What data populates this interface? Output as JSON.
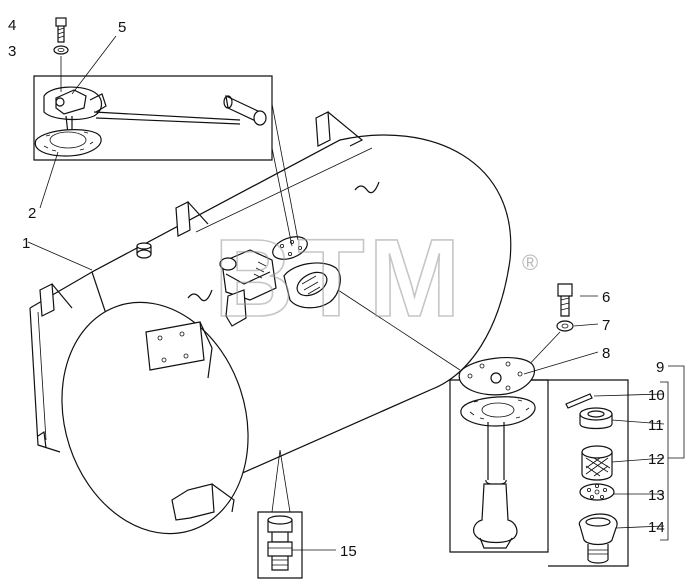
{
  "watermark": {
    "text": "BTM",
    "mark": "®"
  },
  "callouts": [
    {
      "id": "callout-1",
      "label": "1"
    },
    {
      "id": "callout-2",
      "label": "2"
    },
    {
      "id": "callout-3",
      "label": "3"
    },
    {
      "id": "callout-4",
      "label": "4"
    },
    {
      "id": "callout-5",
      "label": "5"
    },
    {
      "id": "callout-6",
      "label": "6"
    },
    {
      "id": "callout-7",
      "label": "7"
    },
    {
      "id": "callout-8",
      "label": "8"
    },
    {
      "id": "callout-9",
      "label": "9"
    },
    {
      "id": "callout-10",
      "label": "10"
    },
    {
      "id": "callout-11",
      "label": "11"
    },
    {
      "id": "callout-12",
      "label": "12"
    },
    {
      "id": "callout-13",
      "label": "13"
    },
    {
      "id": "callout-14",
      "label": "14"
    },
    {
      "id": "callout-15",
      "label": "15"
    }
  ]
}
